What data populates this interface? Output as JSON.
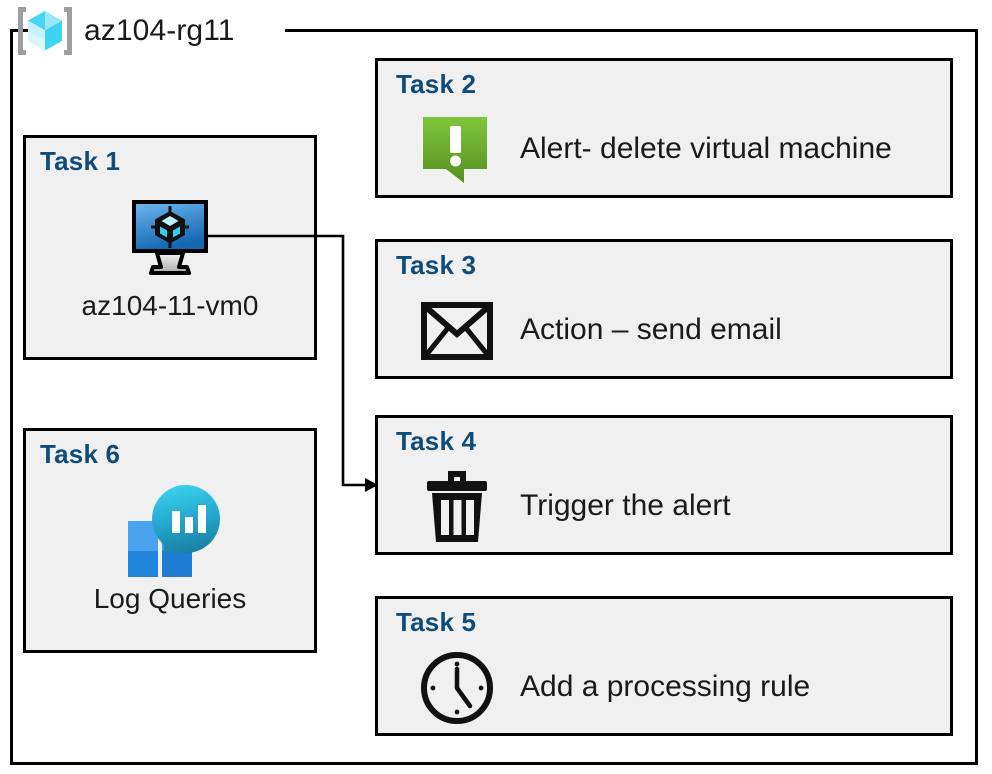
{
  "resource_group": {
    "name": "az104-rg11",
    "icon": "azure-resource-group-icon"
  },
  "colors": {
    "task_label": "#0F4C7C",
    "card_fill": "#F0F0F0",
    "card_border": "#000000",
    "page_background": "#FFFFFF",
    "alert_green_light": "#7DC242",
    "alert_green_dark": "#5A9121",
    "vm_blue_light": "#5BA5E8",
    "vm_blue_dark": "#1666B5",
    "log_cyan": "#32C8E6",
    "log_teal": "#1E86A8",
    "log_square_light": "#4BA3EF",
    "log_square_dark": "#1F7CD4"
  },
  "cards": {
    "task1": {
      "label": "Task 1",
      "caption": "az104-11-vm0",
      "icon": "virtual-machine-icon"
    },
    "task2": {
      "label": "Task 2",
      "text": "Alert- delete virtual machine",
      "icon": "alert-callout-icon"
    },
    "task3": {
      "label": "Task 3",
      "text": "Action – send email",
      "icon": "envelope-icon"
    },
    "task4": {
      "label": "Task 4",
      "text": "Trigger the alert",
      "icon": "trash-can-icon"
    },
    "task5": {
      "label": "Task 5",
      "text": "Add a processing rule",
      "icon": "clock-icon"
    },
    "task6": {
      "label": "Task 6",
      "caption": "Log Queries",
      "icon": "log-analytics-icon"
    }
  },
  "connector": {
    "from": "task1-vm-icon",
    "to": "task4-card",
    "arrowhead": "right-arrow"
  }
}
